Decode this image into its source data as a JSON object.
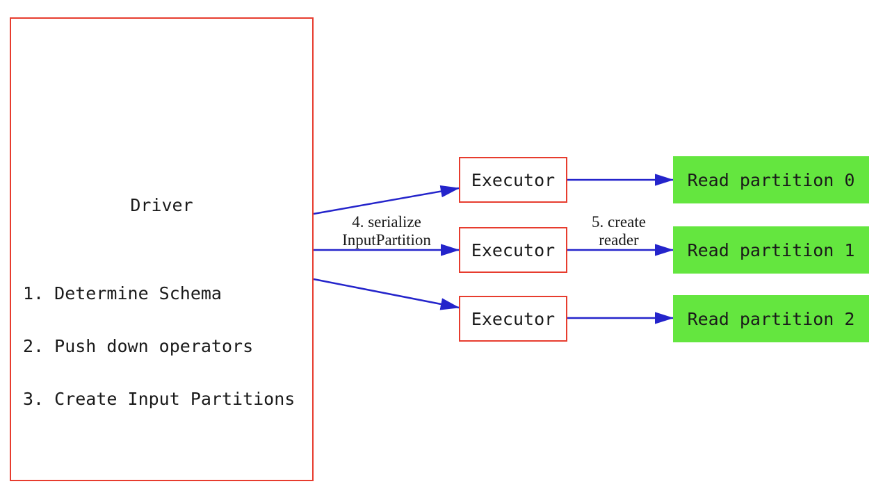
{
  "diagram": {
    "driver": {
      "title": "Driver",
      "steps": [
        "1. Determine Schema",
        "2. Push down operators",
        "3. Create Input Partitions"
      ]
    },
    "executors": [
      {
        "label": "Executor"
      },
      {
        "label": "Executor"
      },
      {
        "label": "Executor"
      }
    ],
    "partitions": [
      {
        "label": "Read partition 0"
      },
      {
        "label": "Read partition 1"
      },
      {
        "label": "Read partition 2"
      }
    ],
    "arrow_labels": {
      "serialize": {
        "line1": "4. serialize",
        "line2": "InputPartition"
      },
      "create_reader": {
        "line1": "5. create",
        "line2": "reader"
      }
    },
    "colors": {
      "border_red": "#e73c2e",
      "fill_green": "#64e63f",
      "arrow_blue": "#2424cb"
    }
  }
}
